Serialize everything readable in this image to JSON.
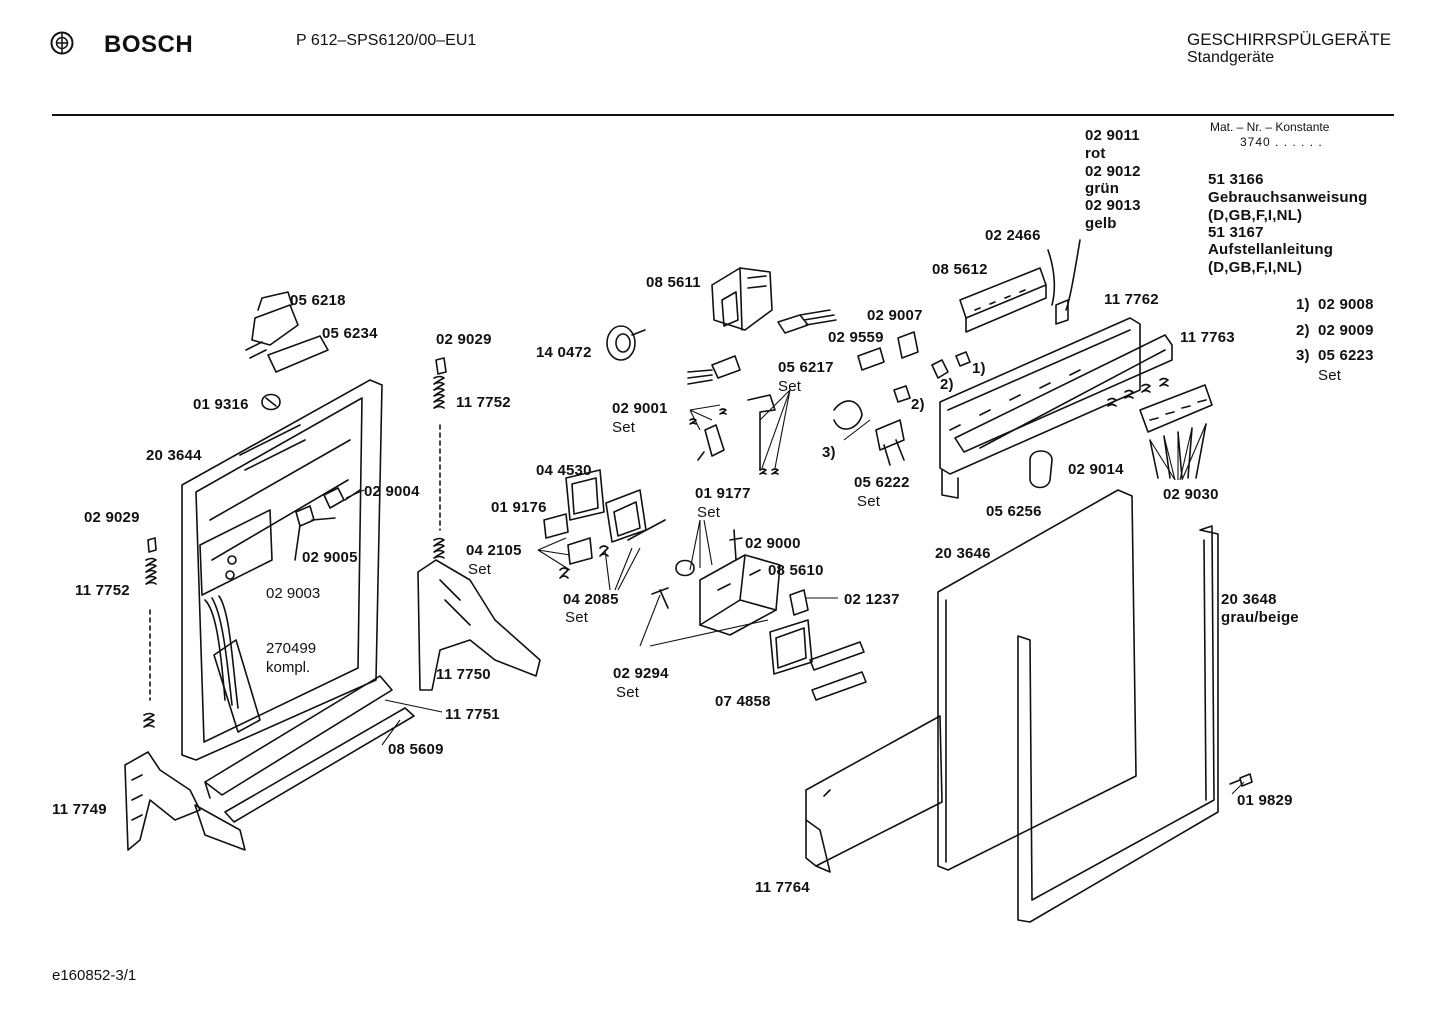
{
  "header": {
    "brand": "BOSCH",
    "model": "P 612–SPS6120/00–EU1",
    "category": "GESCHIRRSPÜLGERÄTE",
    "subcategory": "Standgeräte"
  },
  "info": {
    "mat_nr_label": "Mat. – Nr. – Konstante",
    "mat_nr_value": "3740 . . . . . .",
    "wires": [
      {
        "part": "02 9011",
        "color": "rot"
      },
      {
        "part": "02 9012",
        "color": "grün"
      },
      {
        "part": "02 9013",
        "color": "gelb"
      }
    ],
    "docs": [
      {
        "part": "51 3166",
        "title": "Gebrauchsanweisung",
        "langs": "(D,GB,F,I,NL)"
      },
      {
        "part": "51 3167",
        "title": "Aufstellanleitung",
        "langs": "(D,GB,F,I,NL)"
      }
    ],
    "footnotes": [
      {
        "num": "1)",
        "part": "02 9008",
        "note": ""
      },
      {
        "num": "2)",
        "part": "02 9009",
        "note": ""
      },
      {
        "num": "3)",
        "part": "05 6223",
        "note": "Set"
      }
    ]
  },
  "labels": {
    "p056218": "05 6218",
    "p056234": "05 6234",
    "p019316": "01 9316",
    "p203644": "20 3644",
    "p029029a": "02 9029",
    "p117752a": "11 7752",
    "p029029b": "02 9029",
    "p117752b": "11 7752",
    "p029004": "02 9004",
    "p029005": "02 9005",
    "p029003": "02 9003",
    "p270499": "270499",
    "p270499b": "kompl.",
    "p117750": "11 7750",
    "p117751": "11 7751",
    "p085609": "08 5609",
    "p117749": "11 7749",
    "p140472": "14 0472",
    "p085611": "08 5611",
    "p029001": "02 9001",
    "set1": "Set",
    "p044530": "04 4530",
    "p019176": "01 9176",
    "p042105": "04 2105",
    "set2": "Set",
    "p042085": "04 2085",
    "set3": "Set",
    "p019177": "01 9177",
    "set4": "Set",
    "p029000": "02 9000",
    "p085610": "08 5610",
    "p021237": "02 1237",
    "p029294": "02 9294",
    "set5": "Set",
    "p074858": "07 4858",
    "p056217": "05 6217",
    "set6": "Set",
    "p029559": "02 9559",
    "p029007": "02 9007",
    "p085612": "08 5612",
    "p022466": "02 2466",
    "p117762": "11 7762",
    "p117763": "11 7763",
    "fn1": "1)",
    "fn2a": "2)",
    "fn2b": "2)",
    "fn3": "3)",
    "p056222": "05 6222",
    "set7": "Set",
    "p029014": "02 9014",
    "p029030": "02 9030",
    "p056256": "05 6256",
    "p203646": "20 3646",
    "p203648": "20 3648",
    "p203648c": "grau/beige",
    "p019829": "01 9829",
    "p117764": "11 7764"
  },
  "footer": {
    "drawing_id": "e160852-3/1"
  }
}
